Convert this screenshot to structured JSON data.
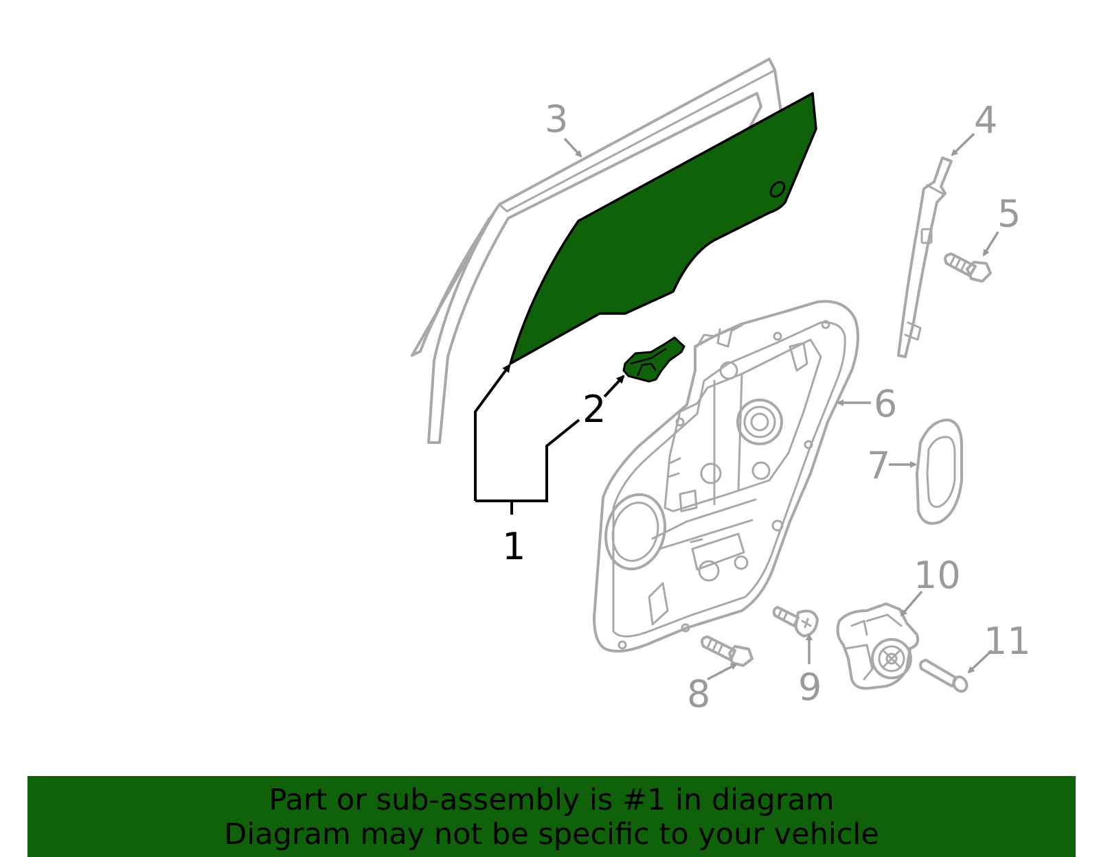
{
  "callouts": {
    "c1": "1",
    "c2": "2",
    "c3": "3",
    "c4": "4",
    "c5": "5",
    "c6": "6",
    "c7": "7",
    "c8": "8",
    "c9": "9",
    "c10": "10",
    "c11": "11"
  },
  "banner": {
    "line1": "Part or sub-assembly is #1 in diagram",
    "line2": "Diagram may not be specific to your vehicle"
  },
  "colors": {
    "highlight_fill": "#0f620a",
    "part_stroke": "#a8a8a8",
    "label_gray": "#9a9a9a"
  }
}
